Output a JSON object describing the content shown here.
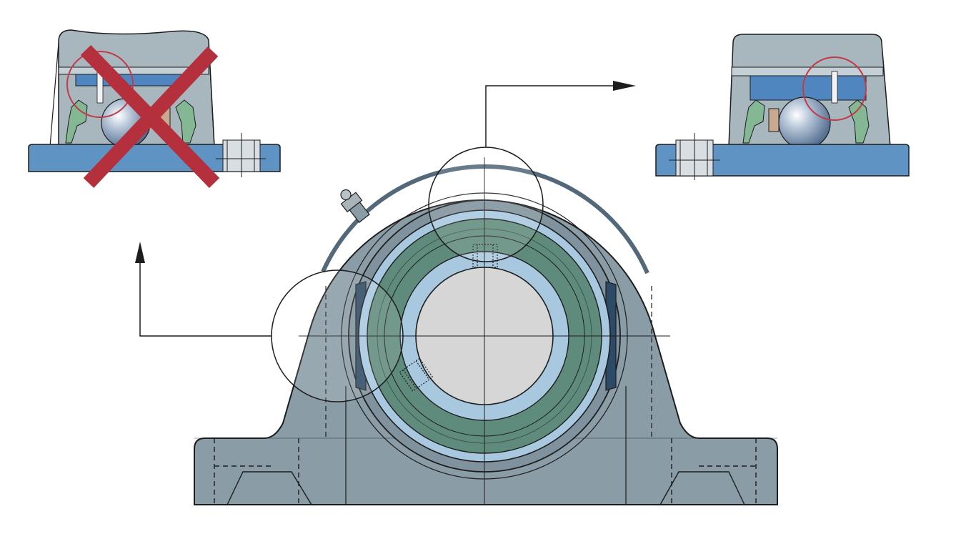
{
  "diagram": {
    "subject": "pillow-block-ball-bearing-unit",
    "views": [
      {
        "id": "main-front-view"
      },
      {
        "id": "detail-incorrect",
        "marker": "x-mark",
        "marker_color": "#b5303d"
      },
      {
        "id": "detail-correct"
      }
    ],
    "colors": {
      "housing": "#8a9ca6",
      "housing_dark": "#6f8490",
      "outer_ring": "#a8c8df",
      "rolling_element_band": "#5f8b7c",
      "inner_ring": "#a8c8df",
      "bore": "#d6d6d6",
      "seal": "#84b894",
      "cage": "#c9a98f",
      "ball": "#8aa2c0",
      "highlight_circle": "#c23a48",
      "x_mark": "#b5303d",
      "lines": "#1d1d1d"
    },
    "icons": [
      "grease-nipple-icon",
      "arrow-right-icon",
      "arrow-up-icon",
      "x-mark-icon"
    ]
  }
}
